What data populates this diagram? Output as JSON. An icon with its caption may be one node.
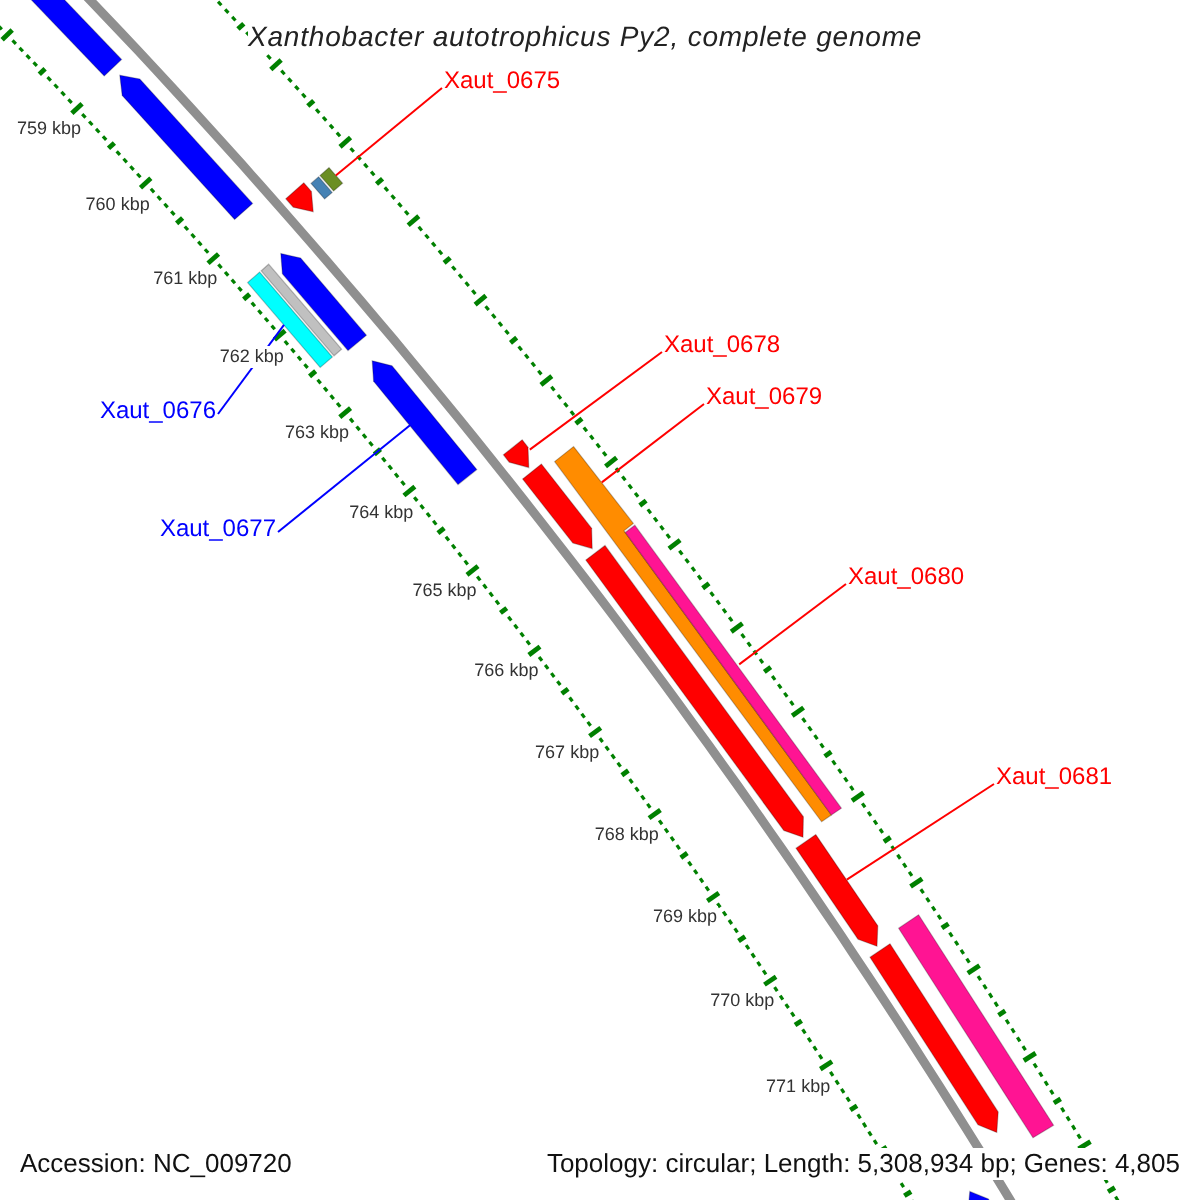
{
  "diagram": {
    "title": "Xanthobacter autotrophicus Py2, complete genome",
    "nodes": [
      {
        "text": [
          "Xaut_0675"
        ]
      },
      {
        "text": [],
        "shape": "bar"
      },
      {
        "text": [
          "Xaut_0676"
        ]
      },
      {
        "text": [],
        "shape": "bar"
      },
      {
        "text": [
          "Xaut_0677"
        ]
      },
      {
        "text": [],
        "shape": "bar"
      },
      {
        "text": [
          "Xaut_0678"
        ]
      },
      {
        "text": [],
        "shape": "bar"
      },
      {
        "text": [
          "Xaut_0679"
        ]
      },
      {
        "text": [],
        "shape": "bar"
      },
      {
        "text": [
          "Xaut_0680"
        ]
      },
      {
        "text": [],
        "shape": "bar"
      },
      {
        "text": [
          "Xaut_0681"
        ]
      },
      {
        "text": [],
        "shape": "bar"
      },
      {
        "text": [],
        "shape": "bar"
      },
      {
        "text": [],
        "shape": "bar"
      },
      {
        "text": [],
        "shape": "bar"
      },
      {
        "text": [],
        "shape": "bar"
      },
      {
        "text": [],
        "shape": "bar"
      },
      {
        "text": [],
        "shape": "bar"
      },
      {
        "text": [],
        "shape": "bar"
      },
      {
        "text": [],
        "shape": "bar"
      },
      {
        "text": [],
        "shape": "bar"
      },
      {
        "text": [],
        "shape": "bar"
      },
      {
        "text": [],
        "shape": "bar"
      }
    ],
    "edges": [
      {
        "from": 0,
        "to": 1,
        "arrow": "none"
      },
      {
        "from": 2,
        "to": 3,
        "arrow": "none",
        "color": "#0000ff"
      },
      {
        "from": 4,
        "to": 5,
        "arrow": "none",
        "color": "#0000ff"
      },
      {
        "from": 6,
        "to": 7,
        "arrow": "none"
      },
      {
        "from": 8,
        "to": 9,
        "arrow": "none"
      },
      {
        "from": 10,
        "to": 11,
        "arrow": "none"
      },
      {
        "from": 12,
        "to": 13,
        "arrow": "none"
      }
    ],
    "labels": [
      "759 kbp",
      "760 kbp",
      "761 kbp",
      "762 kbp",
      "763 kbp",
      "764 kbp",
      "765 kbp",
      "766 kbp",
      "767 kbp",
      "768 kbp",
      "769 kbp",
      "770 kbp",
      "771 kbp",
      "Accession: NC_009720",
      "Topology: circular; Length: 5,308,934 bp; Genes: 4,805"
    ]
  }
}
